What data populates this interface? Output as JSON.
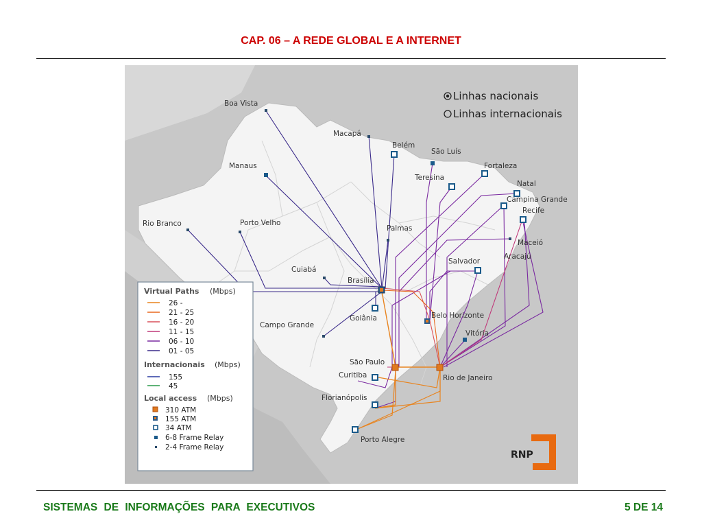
{
  "header": {
    "title": "CAP. 06 – A REDE GLOBAL E A INTERNET"
  },
  "footer": {
    "course": "SISTEMAS  DE  INFORMAÇÕES  PARA  EXECUTIVOS",
    "page": "5 DE 14"
  },
  "map": {
    "legend_top": [
      "Linhas nacionais",
      "Linhas internacionais"
    ],
    "cities": [
      "Boa Vista",
      "Macapá",
      "Belém",
      "São Luís",
      "Fortaleza",
      "Teresina",
      "Natal",
      "Campina Grande",
      "Recife",
      "Manaus",
      "Palmas",
      "Maceió",
      "Aracajú",
      "Rio Branco",
      "Porto Velho",
      "Salvador",
      "Cuiabá",
      "Brasília",
      "Goiânia",
      "Belo Horizonte",
      "Campo Grande",
      "Vitória",
      "São Paulo",
      "Curitiba",
      "Rio de Janeiro",
      "Florianópolis",
      "Porto Alegre"
    ],
    "legend": {
      "virtual_paths_title": "Virtual Paths",
      "virtual_paths_unit": "(Mbps)",
      "virtual_paths": [
        {
          "label": "26 -",
          "color": "#e8841f"
        },
        {
          "label": "21 - 25",
          "color": "#e8691f"
        },
        {
          "label": "16 - 20",
          "color": "#d9505a"
        },
        {
          "label": "11 - 15",
          "color": "#c03a7a"
        },
        {
          "label": "06 - 10",
          "color": "#7a2aa0"
        },
        {
          "label": "01 - 05",
          "color": "#3a2a8a"
        }
      ],
      "international_title": "Internacionais",
      "international_unit": "(Mbps)",
      "international": [
        {
          "label": "155",
          "color": "#2a3aa0"
        },
        {
          "label": "45",
          "color": "#2a9a4a"
        }
      ],
      "local_access_title": "Local access",
      "local_access_unit": "(Mbps)",
      "local_access": [
        {
          "label": "310 ATM",
          "icon": "orange-square-marker"
        },
        {
          "label": "155 ATM",
          "icon": "dark-square-orange-center-marker"
        },
        {
          "label": "34 ATM",
          "icon": "hollow-square-marker"
        },
        {
          "label": "6-8 Frame Relay",
          "icon": "small-square-marker"
        },
        {
          "label": "2-4 Frame Relay",
          "icon": "tiny-square-marker"
        }
      ]
    },
    "logo": "RNP"
  }
}
